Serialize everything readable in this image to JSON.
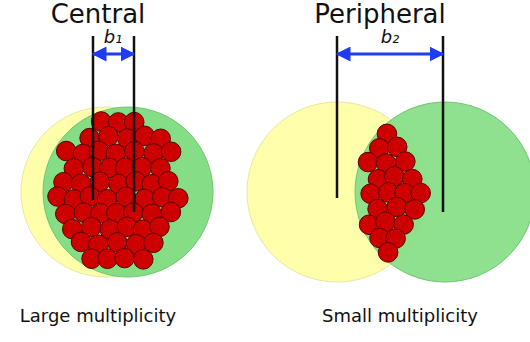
{
  "diagram": {
    "labels": [
      "Central",
      "b₁",
      "Large multiplicity",
      "Peripheral",
      "b₂",
      "Small multiplicity"
    ]
  }
}
